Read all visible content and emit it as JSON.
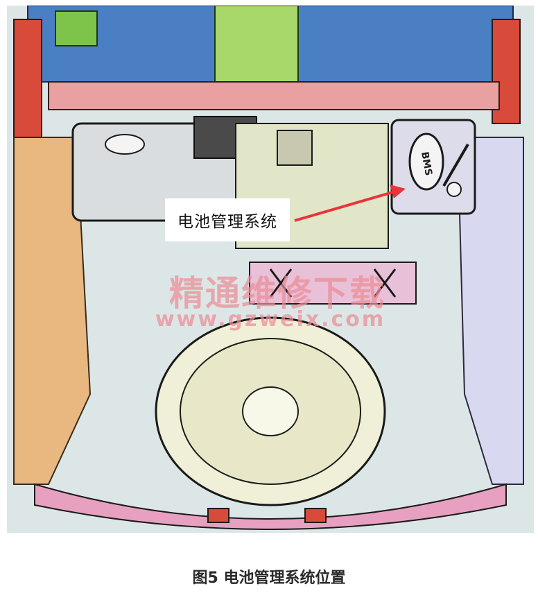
{
  "figure": {
    "callout_label": "电池管理系统",
    "caption": "图5 电池管理系统位置",
    "bms_module_marking": "BMS",
    "watermark_text": "精通维修下载",
    "watermark_url": "www.gzweix.com"
  },
  "colors": {
    "arrow": "#e8343a",
    "watermark": "#ec8c96",
    "chassis_blue": "#4a7fc4",
    "chassis_red": "#d84a3a",
    "chassis_green": "#7fc44a",
    "background": "#dce6e6"
  }
}
